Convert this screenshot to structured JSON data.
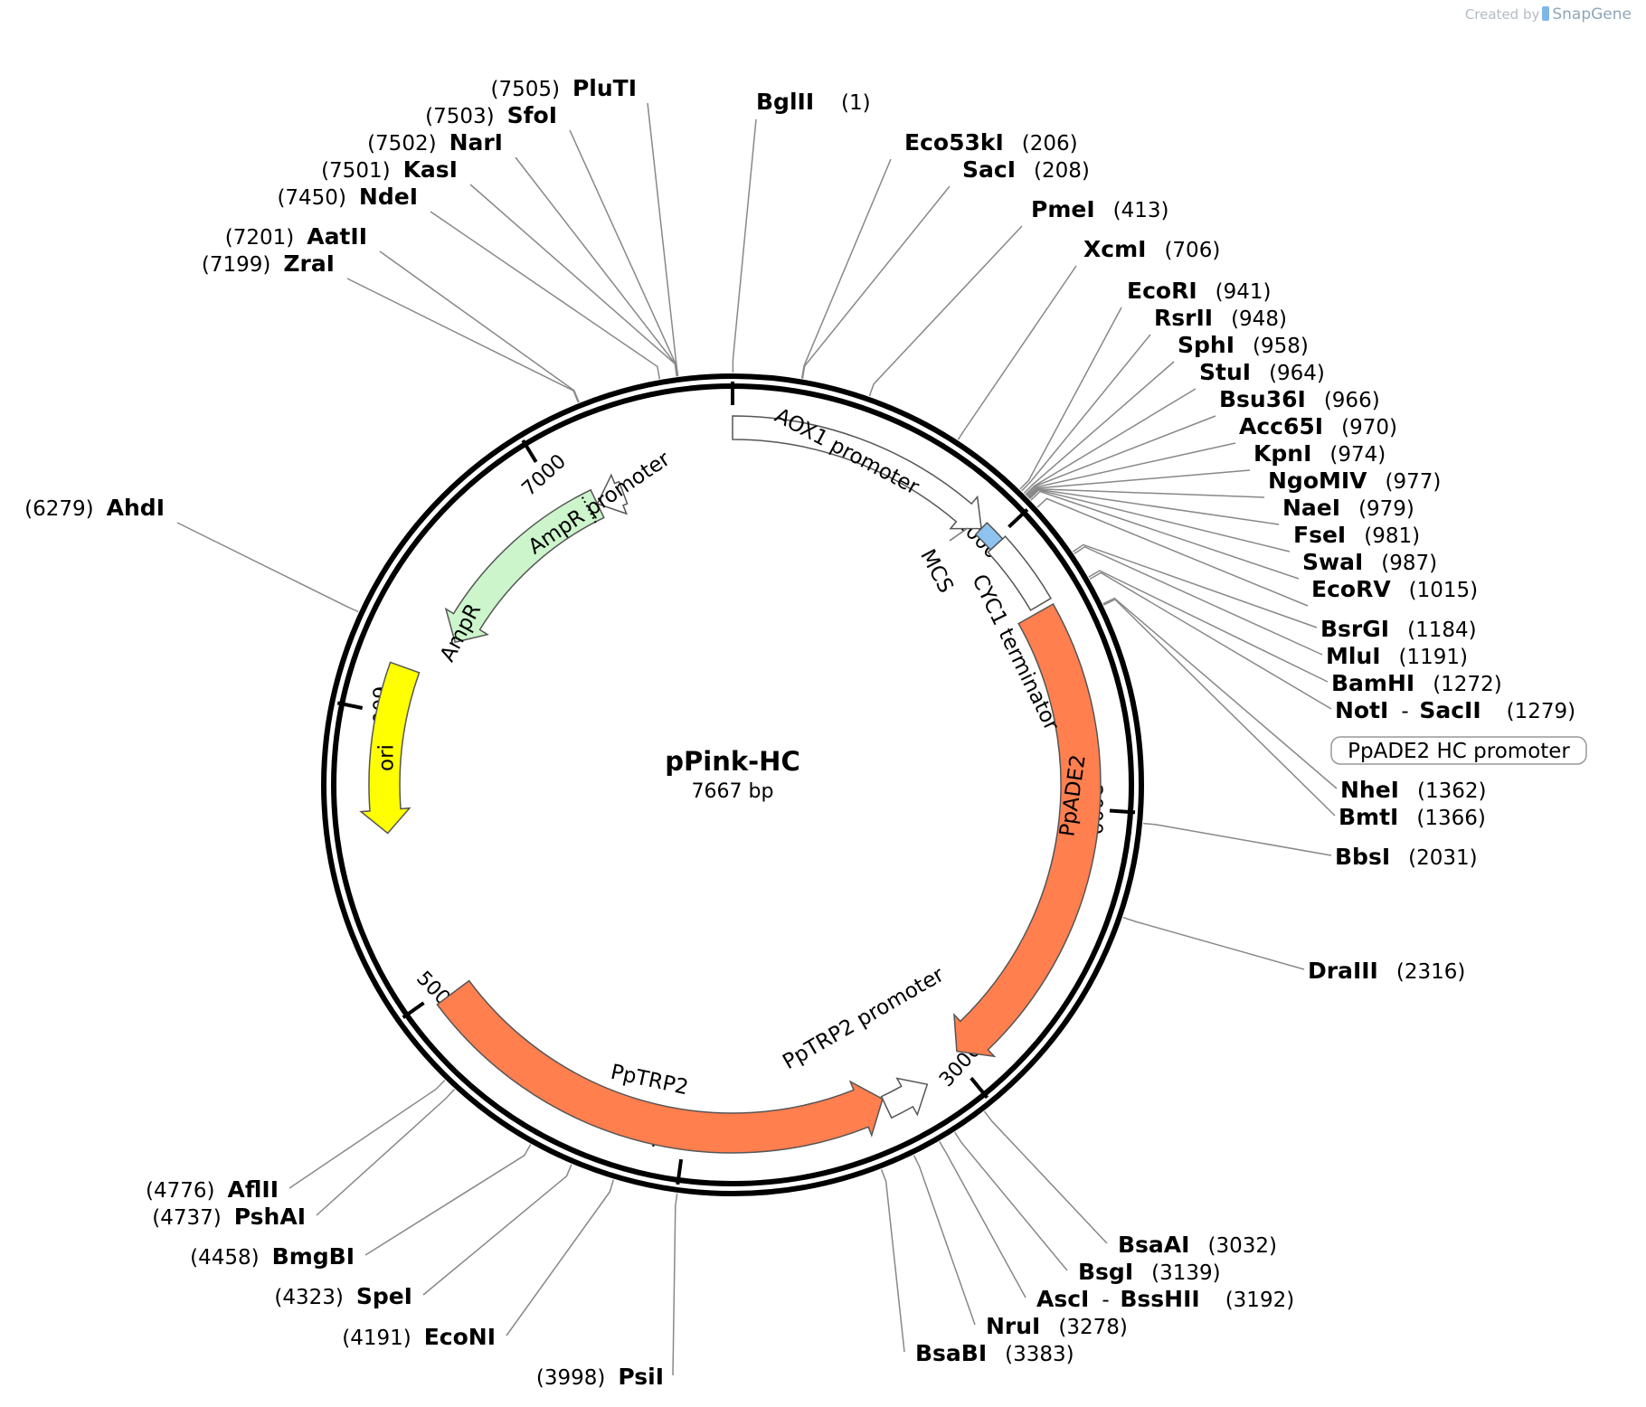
{
  "watermark": {
    "created_by": "Created by",
    "brand": "SnapGene"
  },
  "plasmid": {
    "name": "pPink-HC",
    "size_label": "7667 bp",
    "length": 7667
  },
  "ticks": [
    "1000",
    "2000",
    "3000",
    "4000",
    "5000",
    "6000",
    "7000"
  ],
  "features": [
    {
      "id": "aox1",
      "label": "AOX1 promoter",
      "start": 0,
      "end": 940,
      "type": "promoter",
      "color": "#ffffff"
    },
    {
      "id": "mcs",
      "label": "MCS",
      "start": 940,
      "end": 1015,
      "type": "misc",
      "color": "#8ec3f0"
    },
    {
      "id": "cyc1",
      "label": "CYC1 terminator",
      "start": 1015,
      "end": 1270,
      "type": "terminator",
      "color": "#ffffff"
    },
    {
      "id": "ppade2",
      "label": "PpADE2",
      "start": 1290,
      "end": 2980,
      "type": "gene",
      "color": "#ff7f4f"
    },
    {
      "id": "pptrp2prom",
      "label": "PpTRP2 promoter",
      "start": 3130,
      "end": 3290,
      "type": "promoter",
      "color": "#ffffff"
    },
    {
      "id": "pptrp2",
      "label": "PpTRP2",
      "start": 3290,
      "end": 4970,
      "type": "gene",
      "color": "#ff7f4f"
    },
    {
      "id": "ori",
      "label": "ori",
      "start": 5580,
      "end": 6170,
      "type": "origin",
      "color": "#ffff00"
    },
    {
      "id": "ampr",
      "label": "AmpR",
      "start": 6330,
      "end": 7120,
      "type": "gene",
      "color": "#ccf5cc"
    },
    {
      "id": "amprprom",
      "label": "AmpR promoter",
      "start": 7120,
      "end": 7230,
      "type": "promoter",
      "color": "#ffffff"
    }
  ],
  "boxed_label": "PpADE2 HC promoter",
  "sites": [
    {
      "name": "BglII",
      "pos": "(1)"
    },
    {
      "name": "Eco53kI",
      "pos": "(206)"
    },
    {
      "name": "SacI",
      "pos": "(208)"
    },
    {
      "name": "PmeI",
      "pos": "(413)"
    },
    {
      "name": "XcmI",
      "pos": "(706)"
    },
    {
      "name": "EcoRI",
      "pos": "(941)"
    },
    {
      "name": "RsrII",
      "pos": "(948)"
    },
    {
      "name": "SphI",
      "pos": "(958)"
    },
    {
      "name": "StuI",
      "pos": "(964)"
    },
    {
      "name": "Bsu36I",
      "pos": "(966)"
    },
    {
      "name": "Acc65I",
      "pos": "(970)"
    },
    {
      "name": "KpnI",
      "pos": "(974)"
    },
    {
      "name": "NgoMIV",
      "pos": "(977)"
    },
    {
      "name": "NaeI",
      "pos": "(979)"
    },
    {
      "name": "FseI",
      "pos": "(981)"
    },
    {
      "name": "SwaI",
      "pos": "(987)"
    },
    {
      "name": "EcoRV",
      "pos": "(1015)"
    },
    {
      "name": "BsrGI",
      "pos": "(1184)"
    },
    {
      "name": "MluI",
      "pos": "(1191)"
    },
    {
      "name": "BamHI",
      "pos": "(1272)"
    },
    {
      "name": "NotI",
      "name2": "SacII",
      "pos": "(1279)"
    },
    {
      "name": "NheI",
      "pos": "(1362)"
    },
    {
      "name": "BmtI",
      "pos": "(1366)"
    },
    {
      "name": "BbsI",
      "pos": "(2031)"
    },
    {
      "name": "DraIII",
      "pos": "(2316)"
    },
    {
      "name": "BsaAI",
      "pos": "(3032)"
    },
    {
      "name": "BsgI",
      "pos": "(3139)"
    },
    {
      "name": "AscI",
      "name2": "BssHII",
      "pos": "(3192)"
    },
    {
      "name": "NruI",
      "pos": "(3278)"
    },
    {
      "name": "BsaBI",
      "pos": "(3383)"
    },
    {
      "name": "PsiI",
      "pos": "(3998)"
    },
    {
      "name": "EcoNI",
      "pos": "(4191)"
    },
    {
      "name": "SpeI",
      "pos": "(4323)"
    },
    {
      "name": "BmgBI",
      "pos": "(4458)"
    },
    {
      "name": "PshAI",
      "pos": "(4737)"
    },
    {
      "name": "AflII",
      "pos": "(4776)"
    },
    {
      "name": "AhdI",
      "pos": "(6279)"
    },
    {
      "name": "ZraI",
      "pos": "(7199)"
    },
    {
      "name": "AatII",
      "pos": "(7201)"
    },
    {
      "name": "NdeI",
      "pos": "(7450)"
    },
    {
      "name": "KasI",
      "pos": "(7501)"
    },
    {
      "name": "NarI",
      "pos": "(7502)"
    },
    {
      "name": "SfoI",
      "pos": "(7503)"
    },
    {
      "name": "PluTI",
      "pos": "(7505)"
    }
  ]
}
